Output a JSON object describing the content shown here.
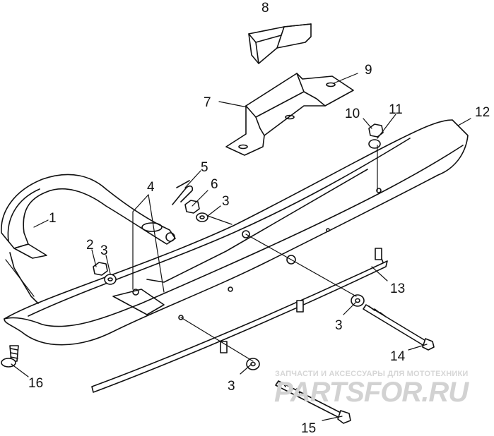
{
  "callouts": {
    "c1": "1",
    "c2": "2",
    "c3a": "3",
    "c3b": "3",
    "c3c": "3",
    "c3d": "3",
    "c4": "4",
    "c5": "5",
    "c6": "6",
    "c7": "7",
    "c8": "8",
    "c9": "9",
    "c10": "10",
    "c11": "11",
    "c12": "12",
    "c13": "13",
    "c14": "14",
    "c15": "15",
    "c16": "16"
  },
  "watermark": {
    "caption": "ЗАПЧАСТИ И АКСЕССУАРЫ ДЛЯ МОТОТЕХНИКИ",
    "logo": "PARTSFOR.RU"
  }
}
